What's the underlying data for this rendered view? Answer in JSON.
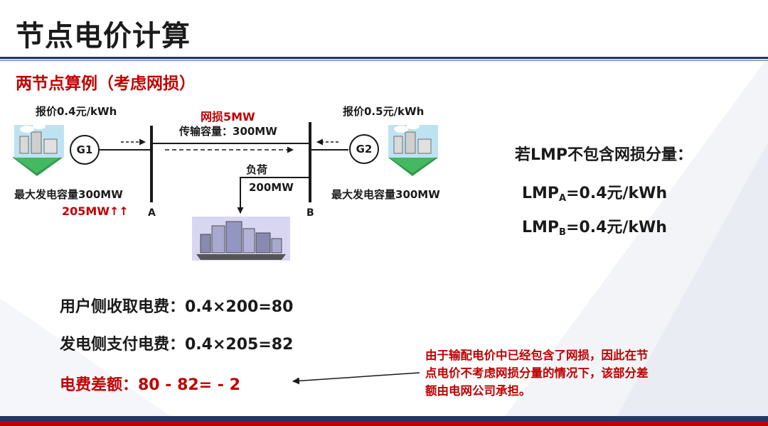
{
  "title": "节点电价计算",
  "subtitle": "两节点算例（考虑网损）",
  "gen1": {
    "label": "G1",
    "price": "报价0.4元/kWh",
    "capacity": "最大发电容量300MW",
    "output": "205MW↑↑"
  },
  "gen2": {
    "label": "G2",
    "price": "报价0.5元/kWh",
    "capacity": "最大发电容量300MW"
  },
  "line": {
    "loss": "网损5MW",
    "capacity": "传输容量：300MW"
  },
  "load": {
    "label": "负荷",
    "value": "200MW"
  },
  "bus_a": "A",
  "bus_b": "B",
  "lmp": {
    "heading": "若LMP不包含网损分量：",
    "a_prefix": "LMP",
    "a_sub": "A",
    "a_value": "=0.4元/kWh",
    "b_prefix": "LMP",
    "b_sub": "B",
    "b_value": "=0.4元/kWh"
  },
  "calc": {
    "user_fee": "用户侧收取电费：0.4×200=80",
    "gen_fee": "发电侧支付电费：0.4×205=82",
    "diff": "电费差额：80 - 82= - 2"
  },
  "note": [
    "由于输配电价中已经包含了网损，因此在节",
    "点电价不考虑网损分量的情况下，该部分差",
    "额由电网公司承担。"
  ],
  "colors": {
    "accent_red": "#c00000",
    "title_rule": "#1f3864"
  }
}
